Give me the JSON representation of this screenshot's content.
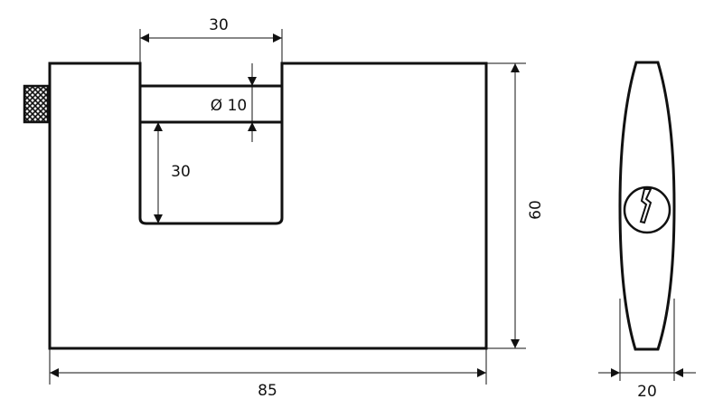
{
  "title": "Padlock technical drawing",
  "dimensions": {
    "shackle_width": "30",
    "shackle_diameter": "Ø 10",
    "shackle_clearance": "30",
    "body_height": "60",
    "body_width": "85",
    "body_thickness": "20"
  },
  "colors": {
    "line": "#111111",
    "background": "#ffffff"
  },
  "icons": [
    "key-slot-icon",
    "hatched-cap-icon"
  ]
}
